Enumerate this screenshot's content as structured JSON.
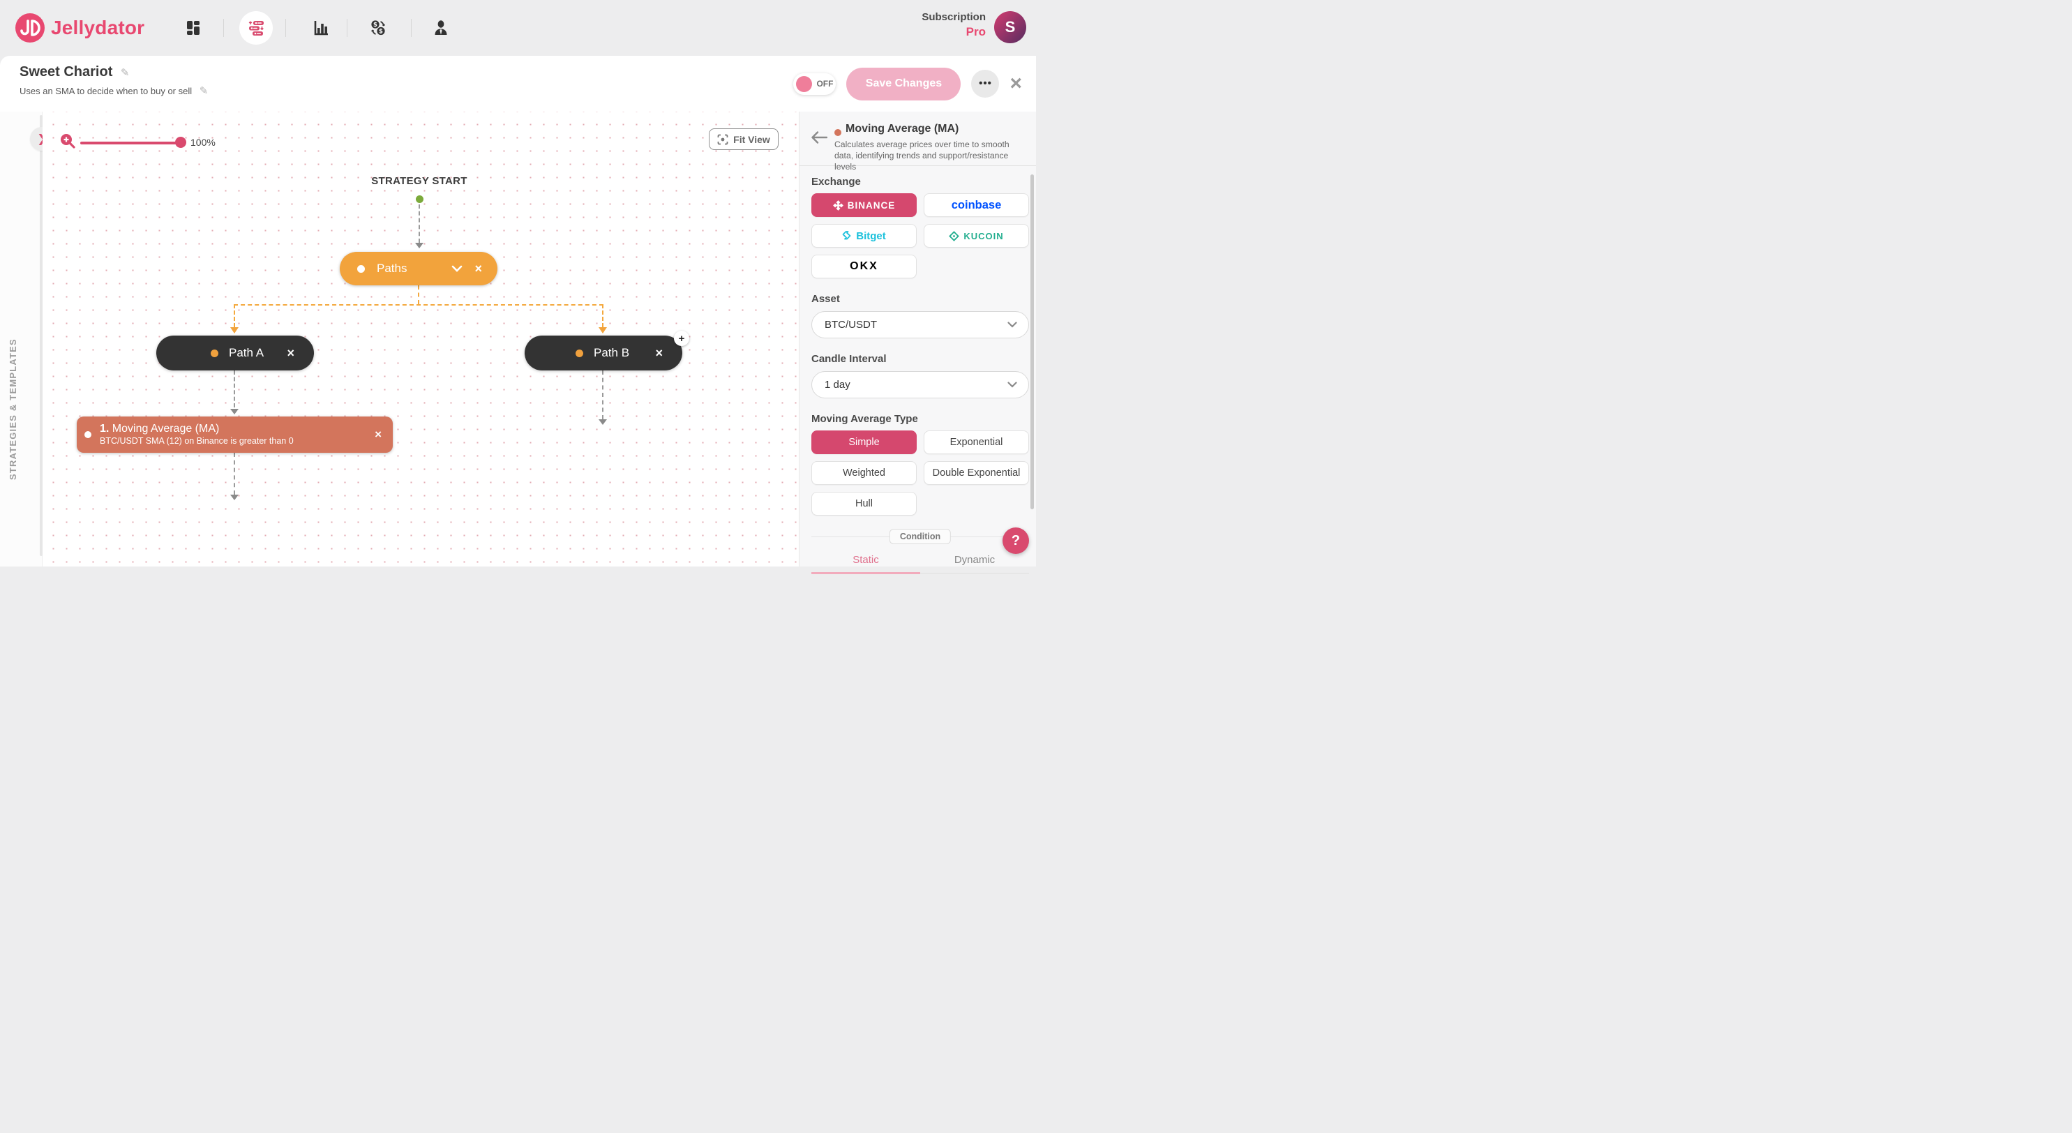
{
  "navbar": {
    "brand": "Jellydator",
    "subscription_label": "Subscription",
    "subscription_tier": "Pro",
    "avatar_initial": "S"
  },
  "header": {
    "title": "Sweet Chariot",
    "subtitle": "Uses an SMA to decide when to buy or sell",
    "toggle_label": "OFF",
    "save_label": "Save Changes"
  },
  "sidebar": {
    "label": "STRATEGIES & TEMPLATES"
  },
  "canvas": {
    "zoom_value": "100%",
    "fit_view_label": "Fit View",
    "start_label": "STRATEGY START",
    "nodes": {
      "paths": {
        "label": "Paths"
      },
      "path_a": {
        "label": "Path A"
      },
      "path_b": {
        "label": "Path B"
      },
      "ma": {
        "order": "1.",
        "title": " Moving Average (MA)",
        "subtitle": "BTC/USDT SMA (12) on Binance is greater than 0"
      }
    }
  },
  "panel": {
    "title": "Moving Average (MA)",
    "description": "Calculates average prices over time to smooth data, identifying trends and support/resistance levels",
    "exchange": {
      "label": "Exchange",
      "options": [
        "BINANCE",
        "coinbase",
        "Bitget",
        "KUCOIN",
        "OKX"
      ],
      "selected": "BINANCE"
    },
    "asset": {
      "label": "Asset",
      "value": "BTC/USDT"
    },
    "candle_interval": {
      "label": "Candle Interval",
      "value": "1 day"
    },
    "ma_type": {
      "label": "Moving Average Type",
      "options": [
        "Simple",
        "Exponential",
        "Weighted",
        "Double Exponential",
        "Hull"
      ],
      "selected": "Simple"
    },
    "condition": {
      "label": "Condition",
      "tabs": [
        "Static",
        "Dynamic"
      ],
      "active_tab": "Static"
    }
  },
  "icons": {
    "close": "×",
    "plus": "+",
    "question": "?",
    "pencil": "✎",
    "dots": "•••",
    "chevron_right": "❯"
  },
  "colors": {
    "accent_pink": "#d5486e",
    "brand_pink": "#e84870",
    "paths_orange": "#f2a33c",
    "ma_salmon": "#d3755c",
    "node_dark": "#333333",
    "start_green": "#7caa3b",
    "coinbase_blue": "#0052ff",
    "bitget_cyan": "#1bc1dc",
    "kucoin_teal": "#23ae8f",
    "save_disabled_pink": "#f1b0c5"
  }
}
